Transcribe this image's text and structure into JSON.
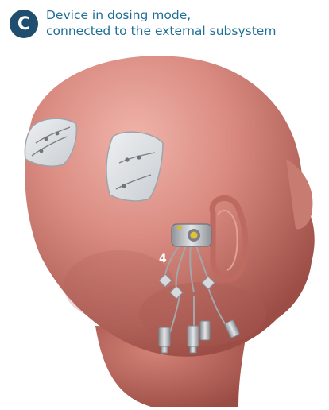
{
  "header": {
    "badge_letter": "C",
    "title_line1": "Device in dosing mode,",
    "title_line2": "connected to the external subsystem"
  },
  "diagram": {
    "callout_label": "4",
    "colors": {
      "head": "#d98a80",
      "head_shadow": "#a9584f",
      "title": "#1f6f95",
      "badge": "#1f4e6e",
      "device": "#b9bcc0"
    },
    "icons": [
      "head-illustration",
      "implant-window",
      "port-device",
      "syringe"
    ]
  }
}
